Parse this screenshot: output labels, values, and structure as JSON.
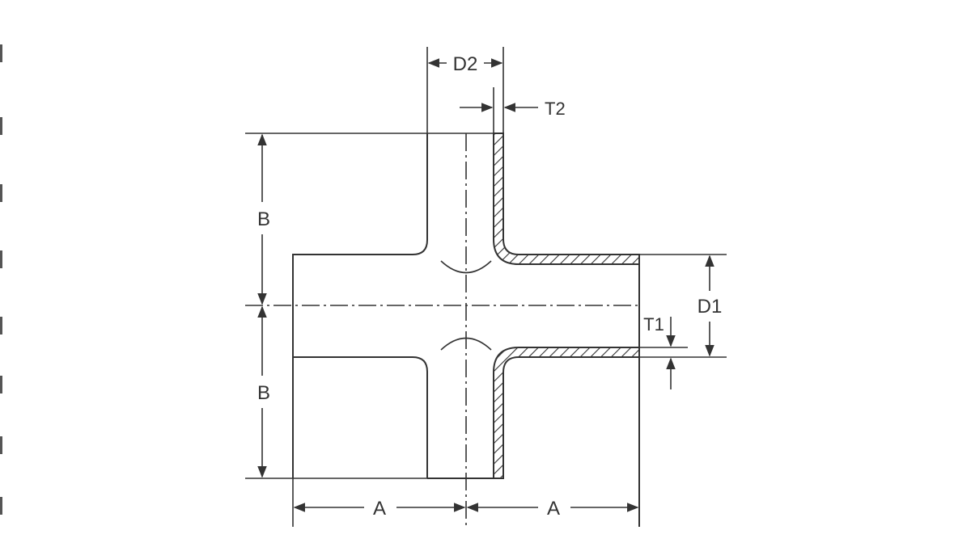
{
  "labels": {
    "D2": "D2",
    "T2": "T2",
    "B_upper": "B",
    "B_lower": "B",
    "D1": "D1",
    "T1": "T1",
    "A_left": "A",
    "A_right": "A"
  }
}
